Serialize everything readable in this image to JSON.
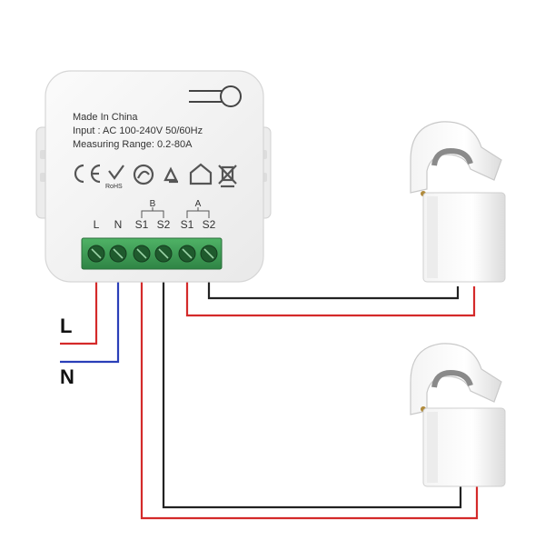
{
  "device": {
    "made_in": "Made In China",
    "input": "Input : AC 100-240V 50/60Hz",
    "range": "Measuring Range: 0.2-80A",
    "cert_rohs": "RoHS"
  },
  "terminals": [
    "L",
    "N",
    "S1",
    "S2",
    "S1",
    "S2"
  ],
  "groups": [
    "B",
    "A"
  ],
  "wires": {
    "live": "L",
    "neutral": "N"
  },
  "colors": {
    "live": "#d42a2a",
    "neutral": "#2a3fb8",
    "sensor": "#222222",
    "terminal_block": "#3a9a52"
  },
  "icons": [
    "ce-mark-icon",
    "check-icon",
    "recycle-swirl-icon",
    "recycle-icon",
    "house-icon",
    "weee-bin-icon"
  ]
}
